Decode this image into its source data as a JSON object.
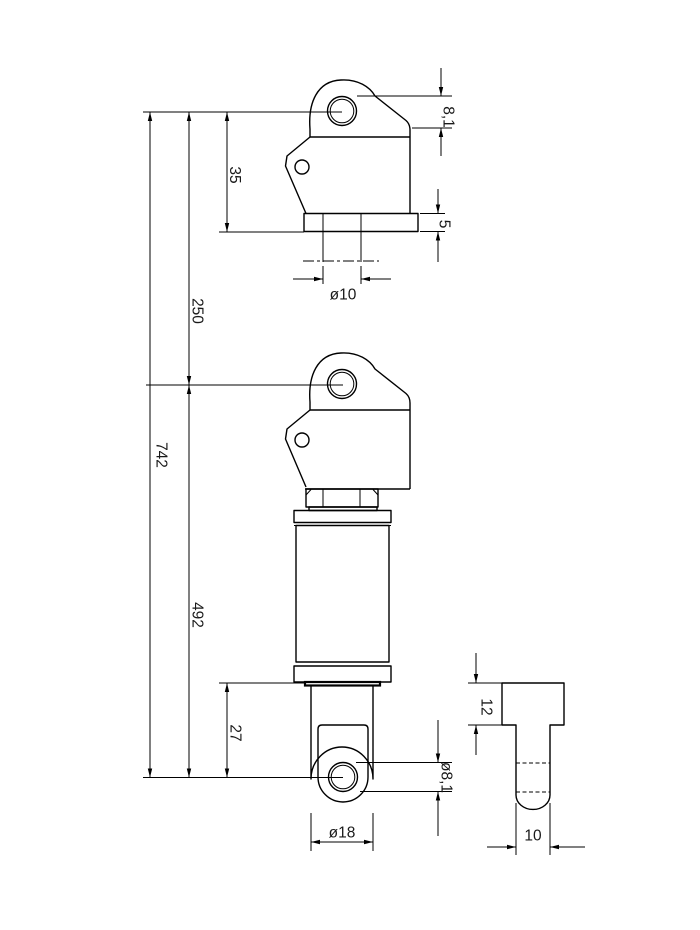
{
  "drawing": {
    "type": "technical-dimension-drawing",
    "colors": {
      "line": "#000000",
      "text": "#1a1a1a",
      "background": "#ffffff"
    },
    "dimensions": {
      "d8_1": "8,1",
      "d35": "35",
      "d5": "5",
      "dia10": "ø10",
      "d250": "250",
      "d742": "742",
      "d492": "492",
      "d27": "27",
      "dia8_1": "ø8,1",
      "dia18": "ø18",
      "d12": "12",
      "d10": "10"
    }
  }
}
